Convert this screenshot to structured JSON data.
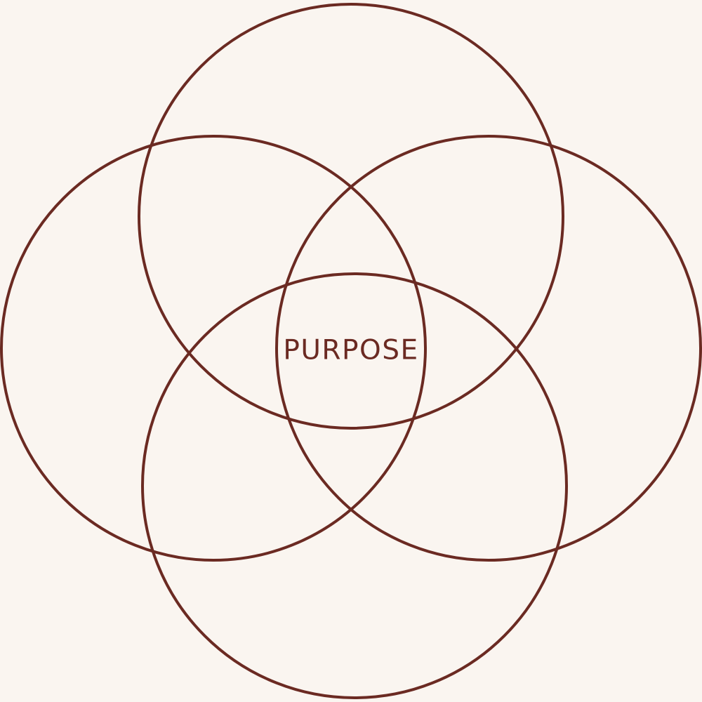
{
  "colors": {
    "background": "#faf5f0",
    "stroke": "#6b2a22",
    "text": "#6b2a22"
  },
  "center_label": "PURPOSE",
  "circles": [
    {
      "name": "circle-top"
    },
    {
      "name": "circle-left"
    },
    {
      "name": "circle-right"
    },
    {
      "name": "circle-bottom"
    }
  ]
}
